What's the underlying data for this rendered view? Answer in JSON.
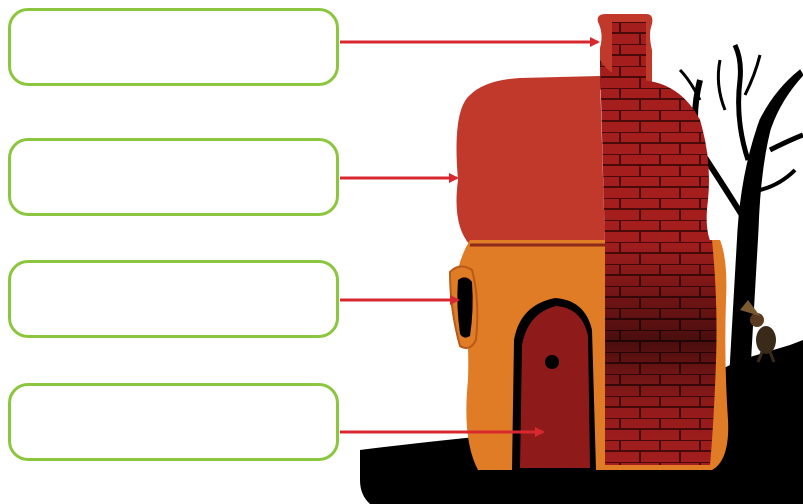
{
  "labels": [
    {
      "id": "box-1",
      "text": "",
      "target": "chimney"
    },
    {
      "id": "box-2",
      "text": "",
      "target": "roof"
    },
    {
      "id": "box-3",
      "text": "",
      "target": "window"
    },
    {
      "id": "box-4",
      "text": "",
      "target": "door"
    }
  ],
  "colors": {
    "box_border": "#8cc63f",
    "arrow": "#d8282f",
    "roof": "#c0392b",
    "wall": "#e07b26",
    "brick": "#9b1f1f",
    "door": "#8e1a1a",
    "ground": "#000000"
  },
  "icons": {
    "tree": "bare-tree-icon",
    "creature": "small-creature-icon"
  }
}
